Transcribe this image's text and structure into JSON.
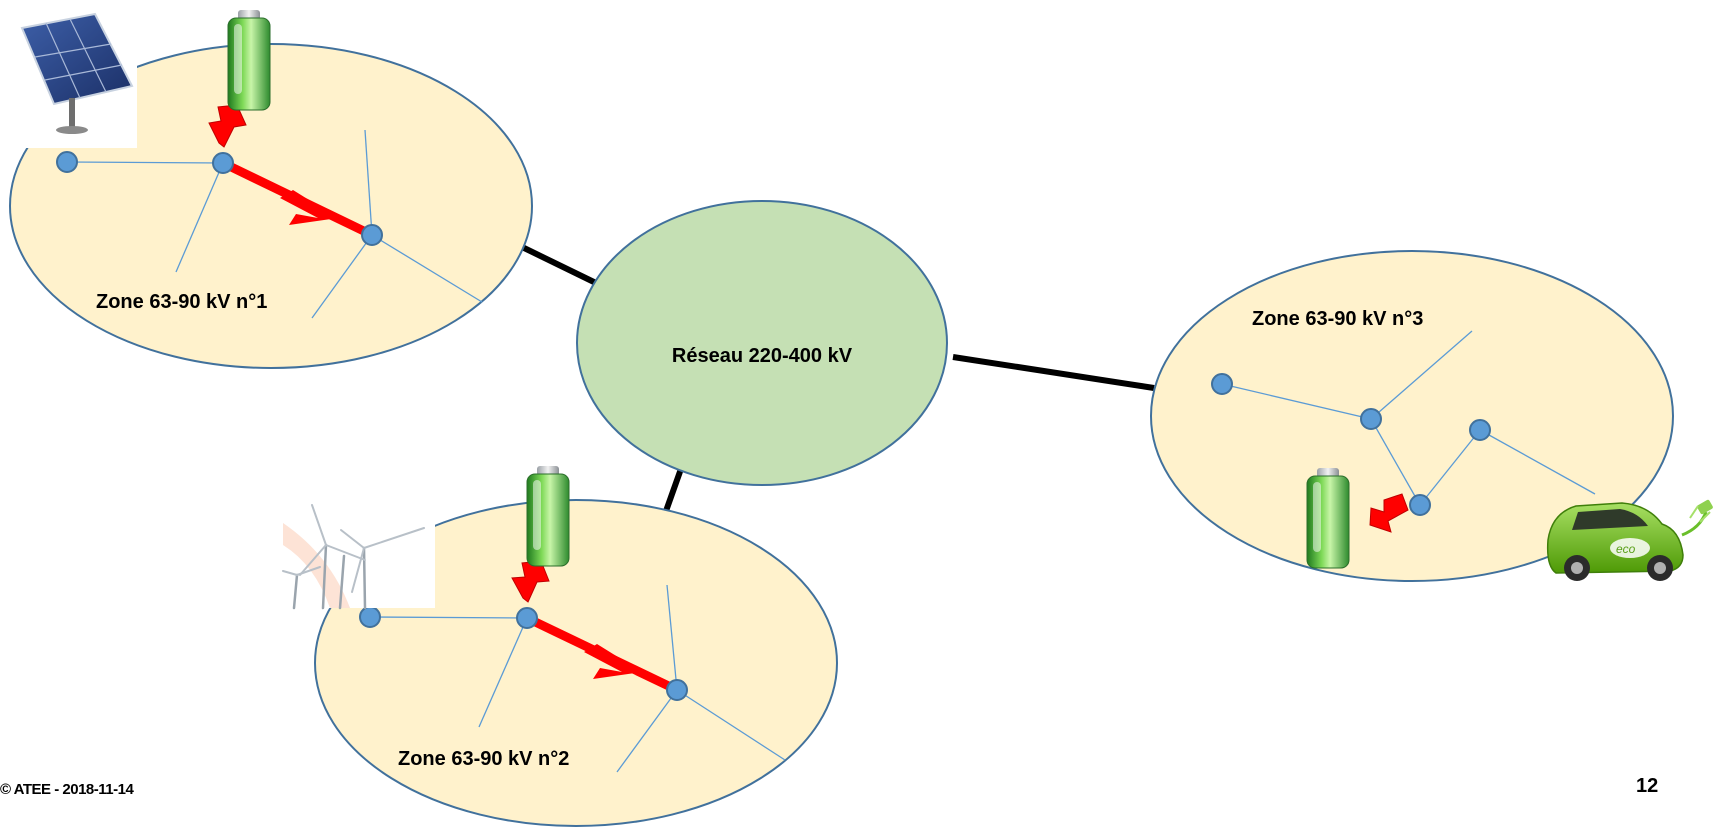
{
  "diagram": {
    "core": {
      "label": "Réseau 220-400 kV",
      "fill": "#c5e0b4",
      "stroke": "#41719c"
    },
    "zones": [
      {
        "label": "Zone 63-90 kV n°1"
      },
      {
        "label": "Zone 63-90 kV n°2"
      },
      {
        "label": "Zone 63-90 kV n°3"
      }
    ],
    "colors": {
      "zone_fill": "#fff2cc",
      "zone_stroke": "#41719c",
      "node_fill": "#5b9bd5",
      "flow_arrow": "#ff0000",
      "tie_line": "#000000",
      "branch_line": "#5b9bd5"
    },
    "icons": [
      "solar-panel-icon",
      "battery-icon",
      "wind-turbine-icon",
      "electric-car-icon"
    ]
  },
  "footer": {
    "text": "© ATEE - 2018-11-14",
    "page_number": "12"
  }
}
